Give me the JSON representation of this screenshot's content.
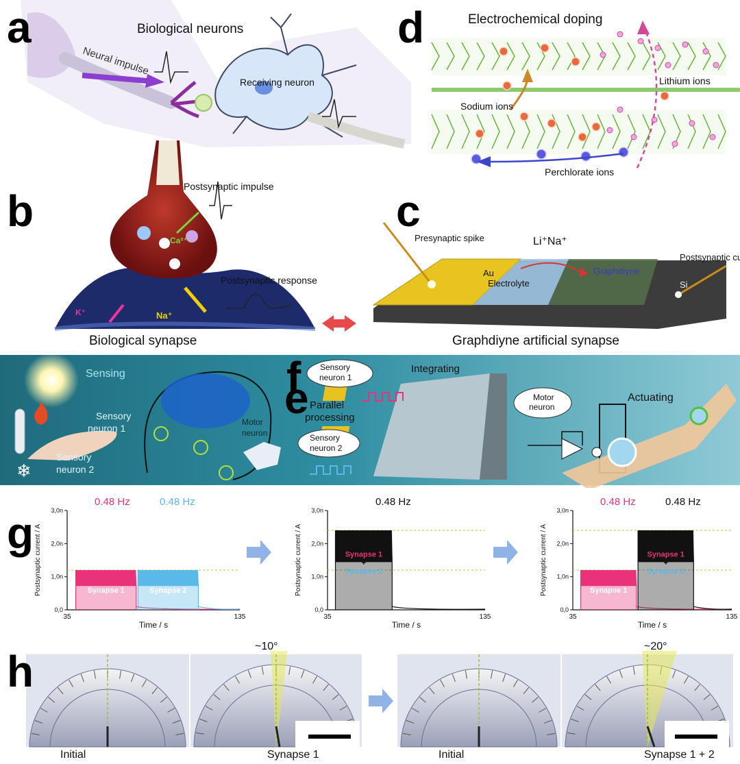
{
  "panels": {
    "a": {
      "label": "a",
      "title": "Biological neurons",
      "impulse": "Neural impulse",
      "receiving": "Receiving neuron"
    },
    "b": {
      "label": "b",
      "postsyn_impulse": "Postsynaptic impulse",
      "postsyn_response": "Postsynaptic response",
      "ion_ca": "Ca²⁺",
      "ion_k": "K⁺",
      "ion_na": "Na⁺",
      "caption": "Biological synapse"
    },
    "c": {
      "label": "c",
      "presyn_spike": "Presynaptic spike",
      "ions": "Li⁺Na⁺",
      "au": "Au",
      "electrolyte": "Electrolyte",
      "graphdiyne": "Graphdiyne",
      "postsyn_current": "Postsynaptic current",
      "si": "Si",
      "caption": "Graphdiyne artificial synapse"
    },
    "d": {
      "label": "d",
      "title": "Electrochemical doping",
      "lithium": "Lithium ions",
      "sodium": "Sodium ions",
      "perchlorate": "Perchlorate ions"
    },
    "e": {
      "label": "e",
      "sensing": "Sensing",
      "sensory1": "Sensory neuron 1",
      "sensory2": "Sensory neuron 2",
      "motor": "Motor neuron"
    },
    "f": {
      "label": "f",
      "sensory1": "Sensory neuron 1",
      "sensory2": "Sensory neuron 2",
      "integrating": "Integrating",
      "parallel": "Parallel processing",
      "motor": "Motor neuron",
      "actuating": "Actuating"
    },
    "g": {
      "label": "g",
      "ylabel": "Postsynaptic current / A",
      "xlabel": "Time / s",
      "freq": "0.48 Hz",
      "syn1": "Synapse 1",
      "syn2": "Synapse 2",
      "plus": "+"
    },
    "h": {
      "label": "h",
      "initial1": "Initial",
      "syn1": "Synapse 1",
      "angle1": "~10°",
      "initial2": "Initial",
      "syn12": "Synapse 1 + 2",
      "angle2": "~20°"
    }
  },
  "chart_data": [
    {
      "type": "line",
      "xlabel": "Time / s",
      "ylabel": "Postsynaptic current / A",
      "xlim": [
        35,
        135
      ],
      "ylim": [
        0,
        3e-09
      ],
      "xticks": [
        "35",
        "135"
      ],
      "yticks": [
        "0,0",
        "1,0n",
        "2,0n",
        "3,0n"
      ],
      "series": [
        {
          "name": "Synapse 1",
          "color": "#e8327a",
          "x_start": 40,
          "x_end": 75,
          "peak": 1.2e-09
        },
        {
          "name": "Synapse 2",
          "color": "#5ab9e8",
          "x_start": 76,
          "x_end": 111,
          "peak": 1.2e-09
        }
      ]
    },
    {
      "type": "line",
      "xlabel": "Time / s",
      "ylabel": "Postsynaptic current / A",
      "xlim": [
        35,
        135
      ],
      "ylim": [
        0,
        3e-09
      ],
      "xticks": [
        "35",
        "135"
      ],
      "yticks": [
        "0,0",
        "1,0n",
        "2,0n",
        "3,0n"
      ],
      "series": [
        {
          "name": "Synapse 1 + Synapse 2",
          "color": "#111111",
          "x_start": 40,
          "x_end": 76,
          "peak": 2.4e-09
        }
      ]
    },
    {
      "type": "line",
      "xlabel": "Time / s",
      "ylabel": "Postsynaptic current / A",
      "xlim": [
        35,
        135
      ],
      "ylim": [
        0,
        3e-09
      ],
      "xticks": [
        "35",
        "135"
      ],
      "yticks": [
        "0,0",
        "1,0n",
        "2,0n",
        "3,0n"
      ],
      "series": [
        {
          "name": "Synapse 1",
          "color": "#e8327a",
          "x_start": 40,
          "x_end": 75,
          "peak": 1.2e-09
        },
        {
          "name": "Synapse 1 + Synapse 2",
          "color": "#111111",
          "x_start": 76,
          "x_end": 111,
          "peak": 2.4e-09
        }
      ]
    }
  ],
  "colors": {
    "pink": "#e8327a",
    "blue": "#5ab9e8",
    "black": "#111111",
    "teal": "#2a7f8e",
    "gold": "#e3c21a"
  }
}
